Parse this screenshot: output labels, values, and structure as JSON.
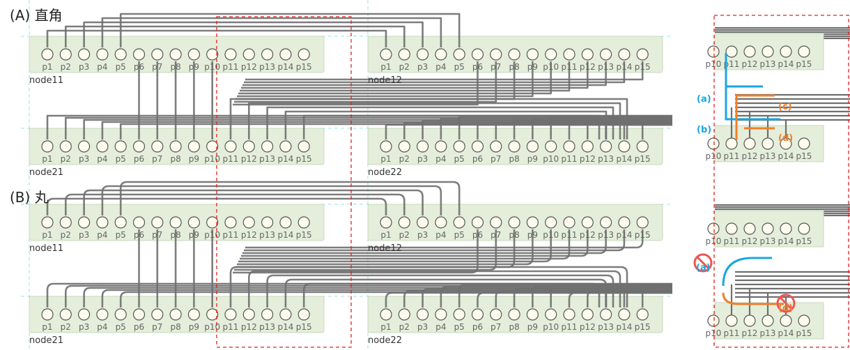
{
  "sections": [
    {
      "title": "(A) 直角",
      "style": "right-angle"
    },
    {
      "title": "(B) 丸",
      "style": "rounded"
    }
  ],
  "node_names": [
    "node11",
    "node12",
    "node21",
    "node22"
  ],
  "port_labels": [
    "p1",
    "p2",
    "p3",
    "p4",
    "p5",
    "p6",
    "p7",
    "p8",
    "p9",
    "p10",
    "p11",
    "p12",
    "p13",
    "p14",
    "p15"
  ],
  "zoom_labels": [
    "p10",
    "p11",
    "p12",
    "p13",
    "p14",
    "p15"
  ],
  "callouts": {
    "a": "(a)",
    "b": "(b)",
    "c": "(c)",
    "d": "(d)"
  },
  "colors": {
    "node_fill": "#e4eedb",
    "node_stroke": "#c9d9bd",
    "port_fill": "#fdfaee",
    "port_stroke": "#555555",
    "wire": "#6f6f6f",
    "highlight_blue": "#1aa6e0",
    "highlight_orange": "#ef7f2a",
    "forbidden_red": "#ee5555",
    "dash_box": "#e02020",
    "guide": "#9fe0e0"
  }
}
